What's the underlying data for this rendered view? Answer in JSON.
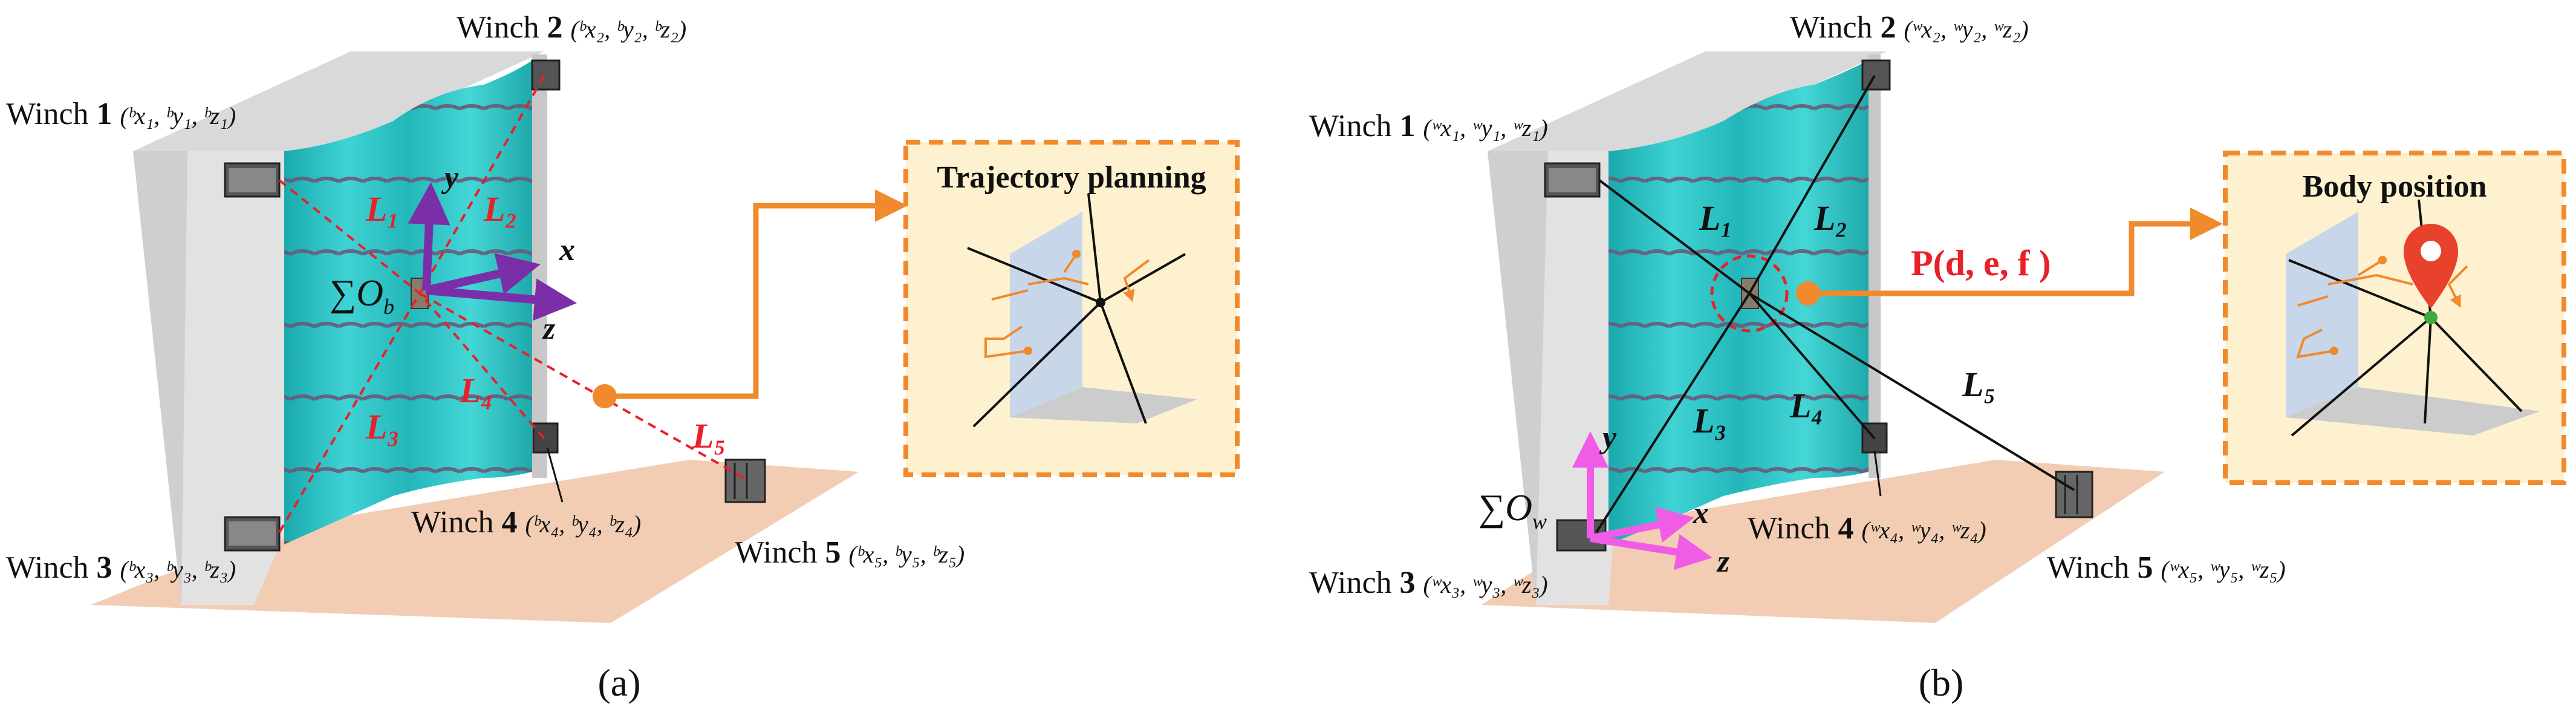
{
  "figure": {
    "panels": [
      {
        "id": "a",
        "caption": "(a)",
        "winches": [
          {
            "name": "Winch",
            "num": "1",
            "coord": "(ᵇx₁, ᵇy₁, ᵇz₁)"
          },
          {
            "name": "Winch",
            "num": "2",
            "coord": "(ᵇx₂, ᵇy₂, ᵇz₂)"
          },
          {
            "name": "Winch",
            "num": "3",
            "coord": "(ᵇx₃, ᵇy₃, ᵇz₃)"
          },
          {
            "name": "Winch",
            "num": "4",
            "coord": "(ᵇx₄, ᵇy₄, ᵇz₄)"
          },
          {
            "name": "Winch",
            "num": "5",
            "coord": "(ᵇx₅, ᵇy₅, ᵇz₅)"
          }
        ],
        "cables": [
          "L₁",
          "L₂",
          "L₃",
          "L₄",
          "L₅"
        ],
        "frame_label": "∑O",
        "frame_sub": "b",
        "axes": {
          "x": "x",
          "y": "y",
          "z": "z"
        },
        "inset_title": "Trajectory planning"
      },
      {
        "id": "b",
        "caption": "(b)",
        "winches": [
          {
            "name": "Winch",
            "num": "1",
            "coord": "(ʷx₁, ʷy₁, ʷz₁)"
          },
          {
            "name": "Winch",
            "num": "2",
            "coord": "(ʷx₂, ʷy₂, ʷz₂)"
          },
          {
            "name": "Winch",
            "num": "3",
            "coord": "(ʷx₃, ʷy₃, ʷz₃)"
          },
          {
            "name": "Winch",
            "num": "4",
            "coord": "(ʷx₄, ʷy₄, ʷz₄)"
          },
          {
            "name": "Winch",
            "num": "5",
            "coord": "(ʷx₅, ʷy₅, ʷz₅)"
          }
        ],
        "cables": [
          "L₁",
          "L₂",
          "L₃",
          "L₄",
          "L₅"
        ],
        "frame_label": "∑O",
        "frame_sub": "w",
        "axes": {
          "x": "x",
          "y": "y",
          "z": "z"
        },
        "point_label": "P(d, e, f )",
        "inset_title": "Body position"
      }
    ],
    "colors": {
      "wall": "#29c3c6",
      "cable_a": "#e8202a",
      "cable_b": "#111111",
      "inset_border": "#f08a2c",
      "inset_fill": "#fdf1cf",
      "axes_a": "#7a2fa8",
      "axes_b": "#f05ce6",
      "label_red": "#e8202a"
    }
  }
}
